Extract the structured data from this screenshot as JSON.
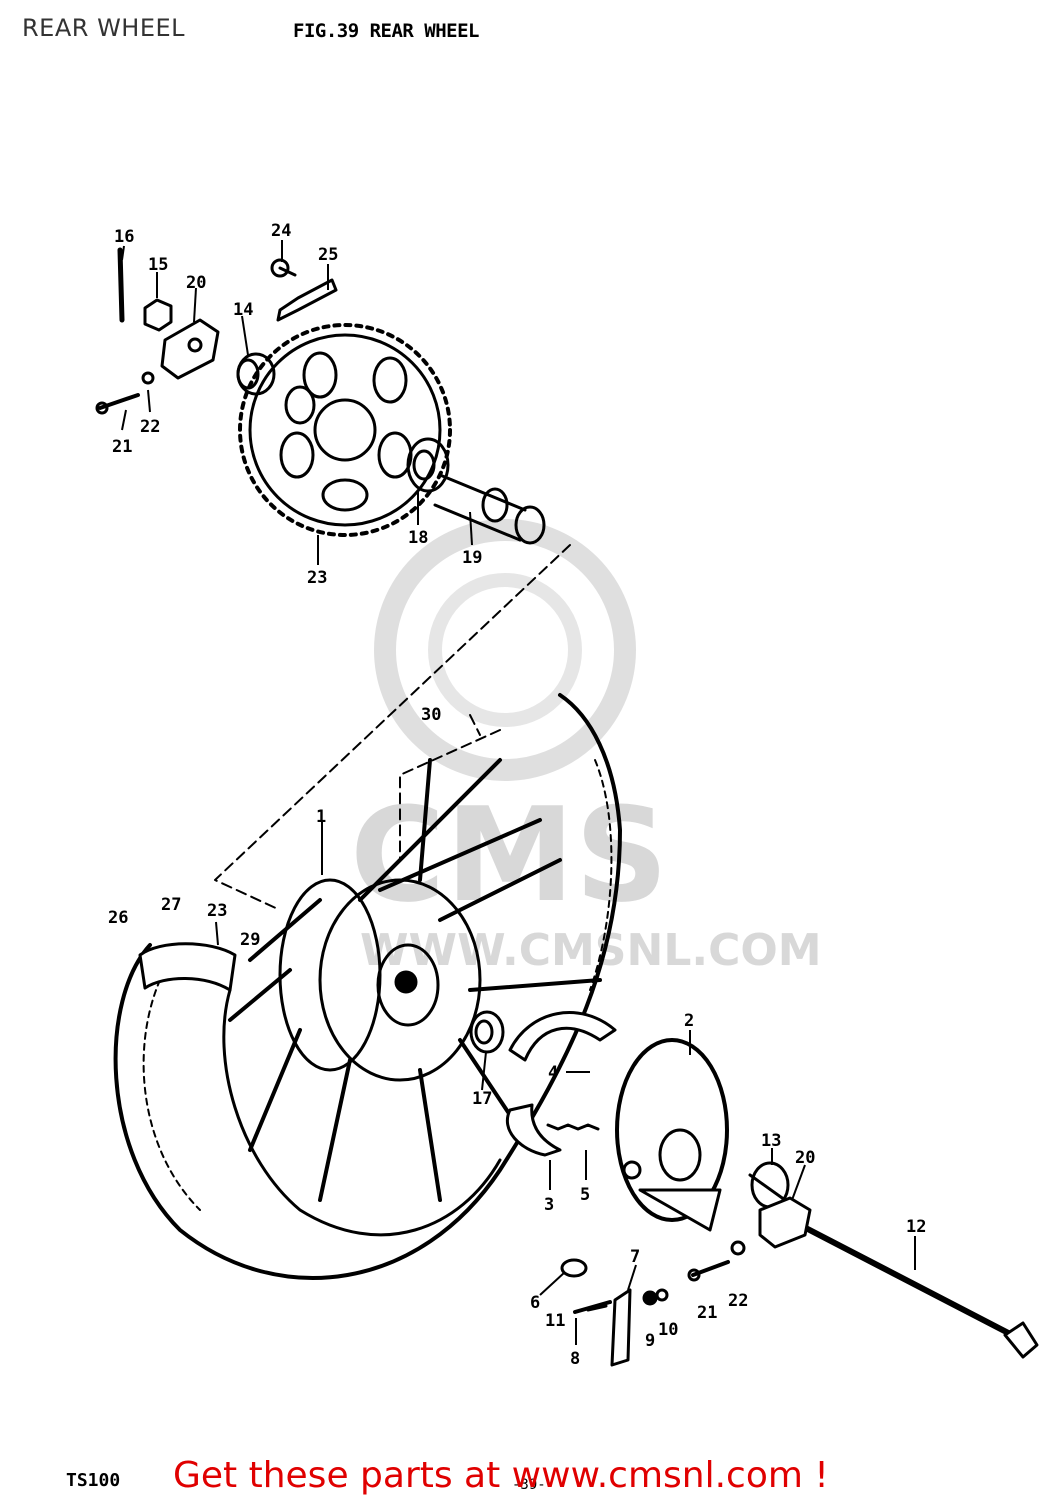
{
  "header": {
    "page_title": "REAR WHEEL",
    "figure_title": "FIG.39  REAR WHEEL"
  },
  "watermark": {
    "brand": "CMS",
    "site": "WWW.CMSNL.COM"
  },
  "footer": {
    "model": "TS100",
    "page_number": "-39-",
    "cta": "Get these parts at www.cmsnl.com !"
  },
  "callouts": [
    "1",
    "2",
    "3",
    "4",
    "5",
    "6",
    "7",
    "8",
    "9",
    "10",
    "11",
    "12",
    "13",
    "14",
    "15",
    "16",
    "17",
    "18",
    "19",
    "20",
    "21",
    "22",
    "23",
    "24",
    "25",
    "26",
    "27",
    "29",
    "30"
  ],
  "colors": {
    "cta": "#e00000",
    "ink": "#000000",
    "watermark": "#d4d4d4"
  }
}
